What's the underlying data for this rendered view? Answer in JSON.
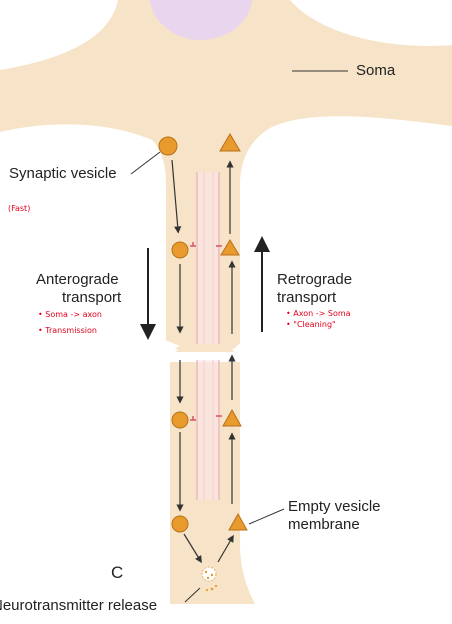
{
  "labels": {
    "soma": "Soma",
    "synaptic_vesicle": "Synaptic vesicle",
    "anterograde_line1": "Anterograde",
    "anterograde_line2": "transport",
    "retrograde_line1": "Retrograde",
    "retrograde_line2": "transport",
    "empty_vesicle_line1": "Empty vesicle",
    "empty_vesicle_line2": "membrane",
    "panel_letter": "C",
    "neurotransmitter_release": "Neurotransmitter release"
  },
  "annotations": {
    "fast": "(Fast)",
    "antero_note1": "• Soma -> axon",
    "antero_note2": "• Transmission",
    "retro_note1": "• Axon -> Soma",
    "retro_note2": "• \"Cleaning\""
  },
  "colors": {
    "neuron_fill": "#f7e4c8",
    "nucleus": "#e9d6ee",
    "vesicle": "#e89a2c",
    "vesicle_outline": "#b8701c",
    "microtubule": "#f4c6cf",
    "annotation_ink": "#e0001b"
  },
  "icons": [
    "vesicle-circle-icon",
    "empty-vesicle-triangle-icon",
    "arrow-down-icon",
    "arrow-up-icon"
  ]
}
